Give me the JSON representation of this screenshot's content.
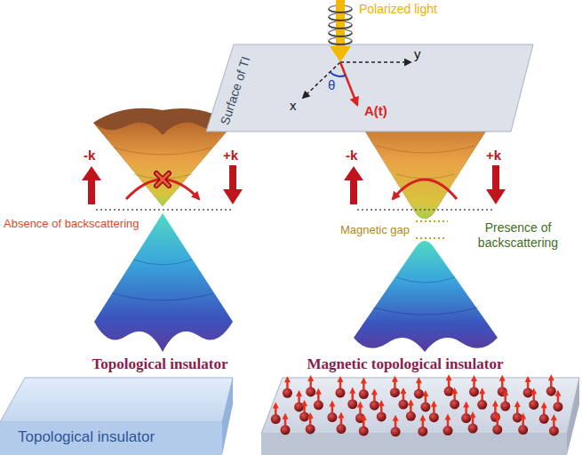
{
  "diagram": {
    "nodes": [
      {
        "text": [
          "Surface of TI"
        ]
      },
      {
        "text": [
          "Topological insulator"
        ]
      }
    ],
    "labels": [
      "Polarized light",
      "y",
      "x",
      "θ",
      "A(t)",
      "-k",
      "+k",
      "Absence of backscattering",
      "-k",
      "+k",
      "Magnetic gap",
      "Presence of backscattering",
      "Topological insulator",
      "Magnetic topological insulator"
    ]
  }
}
